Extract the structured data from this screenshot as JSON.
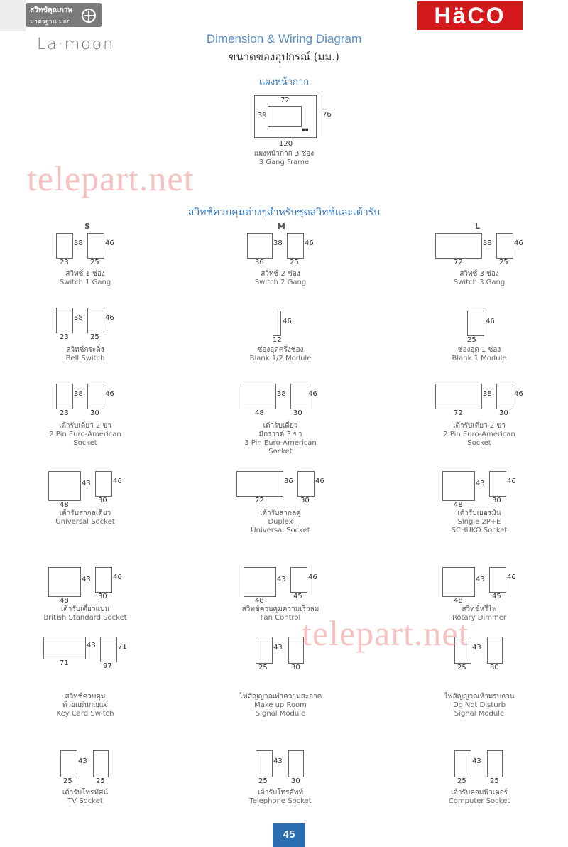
{
  "header": {
    "badge_line1": "สวิทช์คุณภาพ",
    "badge_line2": "มาตรฐาน มอก.",
    "series": "La·moon",
    "brand": "HäCO",
    "registered": "®"
  },
  "title": "Dimension & Wiring Diagram",
  "subtitle": "ขนาดของอุปกรณ์ (มม.)",
  "frame_section": {
    "heading": "แผงหน้ากาก",
    "dims": {
      "inner_w": "72",
      "inner_h": "39",
      "outer_h": "76",
      "outer_w": "120"
    },
    "caption_th": "แผงหน้ากาก 3 ช่อง",
    "caption_en": "3 Gang Frame"
  },
  "switch_section": {
    "heading": "สวิทช์ควบคุมต่างๆสำหรับชุดสวิทช์และเต้ารับ",
    "size_labels": [
      "S",
      "M",
      "L"
    ]
  },
  "watermark": "telepart.net",
  "items": [
    {
      "th": "สวิทช์ 1 ช่อง",
      "en": "Switch 1 Gang",
      "d": [
        "38",
        "46",
        "23",
        "25"
      ]
    },
    {
      "th": "สวิทช์ 2 ช่อง",
      "en": "Switch 2 Gang",
      "d": [
        "38",
        "46",
        "36",
        "25"
      ]
    },
    {
      "th": "สวิทช์ 3 ช่อง",
      "en": "Switch 3 Gang",
      "d": [
        "38",
        "46",
        "72",
        "25"
      ]
    },
    {
      "th": "สวิทช์กระดิ่ง",
      "en": "Bell Switch",
      "d": [
        "38",
        "46",
        "23",
        "25"
      ]
    },
    {
      "th": "ช่องอุดครึ่งช่อง",
      "en": "Blank 1/2 Module",
      "d": [
        "46",
        "12"
      ]
    },
    {
      "th": "ช่องอุด 1 ช่อง",
      "en": "Blank 1 Module",
      "d": [
        "46",
        "25"
      ]
    },
    {
      "th": "เต้ารับเดี่ยว 2 ขา",
      "en": "2 Pin Euro-American",
      "en2": "Socket",
      "d": [
        "38",
        "46",
        "23",
        "30"
      ]
    },
    {
      "th": "เต้ารับเดี่ยว",
      "th2": "มีกราวด์ 3 ขา",
      "en": "3 Pin Euro-American",
      "en2": "Socket",
      "d": [
        "38",
        "46",
        "48",
        "30"
      ]
    },
    {
      "th": "เต้ารับเดี่ยว 2 ขา",
      "en": "2 Pin Euro-American",
      "en2": "Socket",
      "d": [
        "38",
        "46",
        "72",
        "30"
      ]
    },
    {
      "th": "เต้ารับสากลเดี่ยว",
      "en": "Universal Socket",
      "d": [
        "43",
        "46",
        "48",
        "30"
      ]
    },
    {
      "th": "เต้ารับสากลคู่",
      "en": "Duplex",
      "en2": "Universal Socket",
      "d": [
        "36",
        "46",
        "72",
        "30"
      ]
    },
    {
      "th": "เต้ารับเยอรมัน",
      "en": "Single 2P+E",
      "en2": "SCHUKO Socket",
      "d": [
        "43",
        "46",
        "48",
        "30"
      ]
    },
    {
      "th": "เต้ารับเดี่ยวแบน",
      "en": "British Standard Socket",
      "d": [
        "43",
        "46",
        "48",
        "30"
      ]
    },
    {
      "th": "สวิทช์ควบคุมความเร็วลม",
      "en": "Fan Control",
      "d": [
        "43",
        "46",
        "48",
        "45"
      ]
    },
    {
      "th": "สวิทช์หรี่ไฟ",
      "en": "Rotary Dimmer",
      "d": [
        "43",
        "46",
        "48",
        "45"
      ]
    },
    {
      "th": "สวิทช์ควบคุม",
      "th2": "ด้วยแผ่นกุญแจ",
      "en": "Key Card Switch",
      "d": [
        "43",
        "71",
        "71",
        "97"
      ]
    },
    {
      "th": "ไฟสัญญาณทำความสะอาด",
      "en": "Make up Room",
      "en2": "Signal Module",
      "d": [
        "43",
        "25",
        "30"
      ]
    },
    {
      "th": "ไฟสัญญาณห้ามรบกวน",
      "en": "Do Not Disturb",
      "en2": "Signal Module",
      "d": [
        "43",
        "25",
        "30"
      ]
    },
    {
      "th": "เต้ารับโทรทัศน์",
      "en": "TV Socket",
      "d": [
        "43",
        "25",
        "25"
      ]
    },
    {
      "th": "เต้ารับโทรศัพท์",
      "en": "Telephone Socket",
      "d": [
        "43",
        "25",
        "30"
      ]
    },
    {
      "th": "เต้ารับคอมพิวเตอร์",
      "en": "Computer Socket",
      "d": [
        "43",
        "25",
        "25"
      ]
    }
  ],
  "page_number": "45"
}
